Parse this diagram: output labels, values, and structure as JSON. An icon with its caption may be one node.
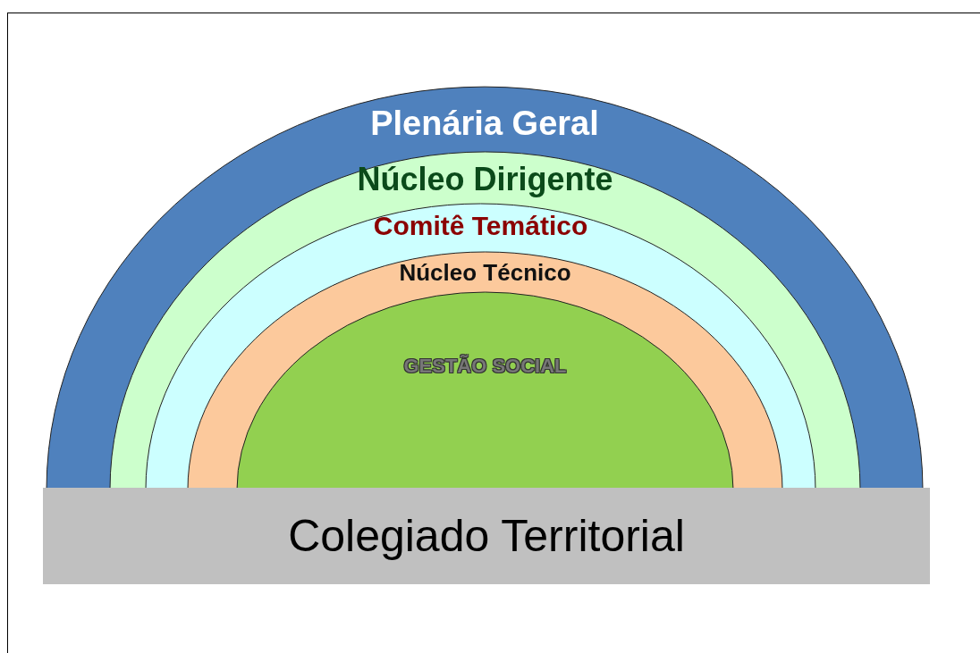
{
  "diagram": {
    "nodes": [
      {
        "text": [
          "Plenária Geral"
        ]
      },
      {
        "text": [
          "Núcleo Dirigente"
        ],
        "in": 0
      },
      {
        "text": [
          "Comitê Temático"
        ],
        "in": 1
      },
      {
        "text": [
          "Núcleo Técnico"
        ],
        "in": 2
      },
      {
        "text": [
          "GESTÃO SOCIAL"
        ],
        "in": 3
      },
      {
        "text": [
          "Colegiado Territorial"
        ]
      }
    ]
  }
}
